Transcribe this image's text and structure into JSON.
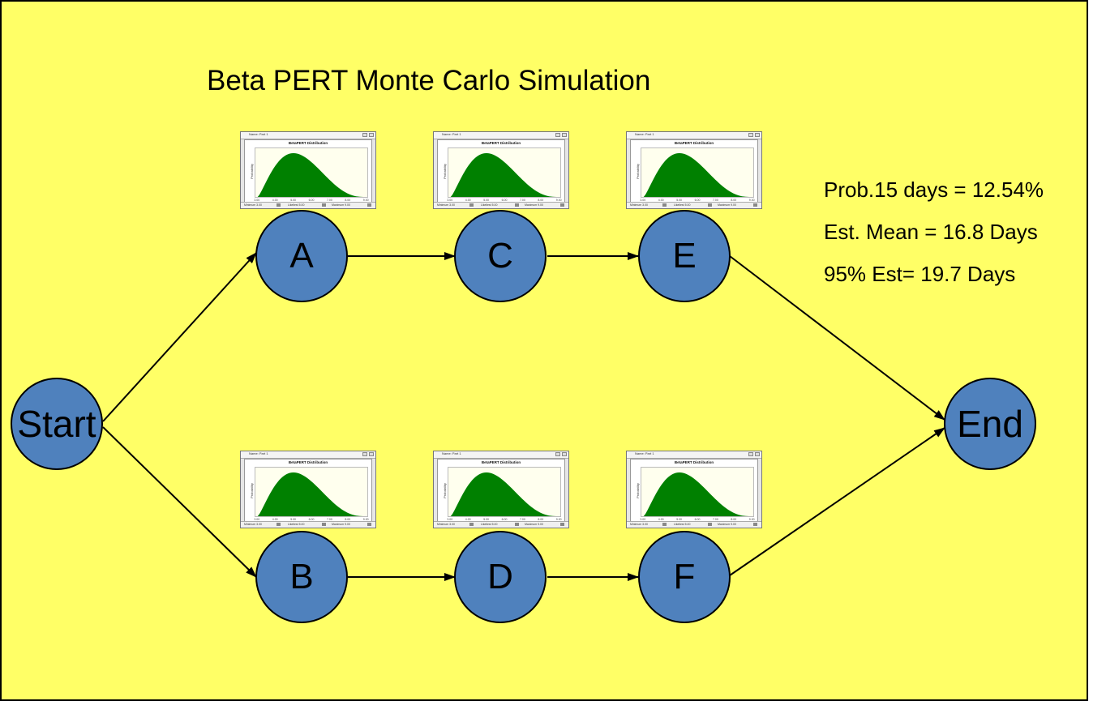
{
  "title": "Beta PERT Monte Carlo Simulation",
  "stats": [
    "Prob.15 days = 12.54%",
    "Est. Mean = 16.8 Days",
    "95% Est= 19.7 Days"
  ],
  "nodes": {
    "start": "Start",
    "a": "A",
    "b": "B",
    "c": "C",
    "d": "D",
    "e": "E",
    "f": "F",
    "end": "End"
  },
  "mini_chart": {
    "window_name": "Name: Part 1",
    "title": "BetaPERT Distribution",
    "ylabel": "Probability",
    "ticks": [
      "3.00",
      "4.00",
      "5.00",
      "6.00",
      "7.00",
      "8.00",
      "9.00"
    ],
    "footer": [
      "Minimum 3.00",
      "Likeliest 5.00",
      "Maximum 9.00"
    ],
    "fill_color": "#008000"
  },
  "colors": {
    "background": "#ffff66",
    "node_fill": "#4f81bd"
  }
}
